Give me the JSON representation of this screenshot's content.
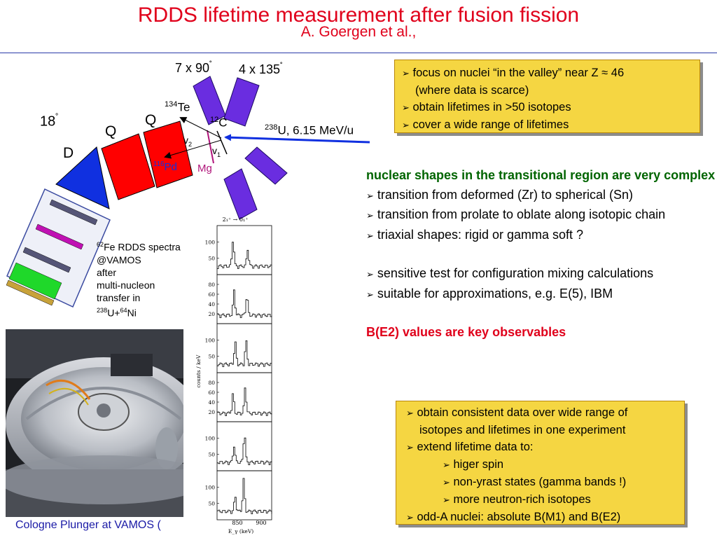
{
  "header": {
    "title": "RDDS lifetime measurement after fusion fission",
    "subtitle": "A. Goergen et al.,"
  },
  "setup_diagram": {
    "label_7x90": "7 x 90",
    "label_4x135": "4 x 135",
    "degree": "˚",
    "te_mass": "134",
    "te_symbol": "Te",
    "c_mass": "12",
    "c_symbol": "C",
    "beam_mass": "238",
    "beam_text": "U, 6.15 MeV/u",
    "label_18": "18",
    "label_q1": "Q",
    "label_q2": "Q",
    "label_d": "D",
    "v": "v",
    "v2_sub": "2",
    "v1_sub": "1",
    "pd_mass": "116",
    "pd_symbol": "Pd",
    "mg": "Mg"
  },
  "spectra": {
    "caption_mass": "62",
    "caption_line1": "Fe RDDS spectra",
    "caption_line2": "@VAMOS",
    "caption_line3": "after",
    "caption_line4": "multi-nucleon",
    "caption_line5": "transfer in",
    "caption_u_mass": "238",
    "caption_u": "U+",
    "caption_ni_mass": "64",
    "caption_ni": "Ni",
    "transition_label": "2₁⁺ → 0₁⁺",
    "y_axis_label": "counts / keV",
    "x_axis_label": "E_γ (keV)",
    "x_ticks": [
      "850",
      "900"
    ],
    "panels": [
      {
        "ticks": [
          "100",
          "50"
        ]
      },
      {
        "ticks": [
          "80",
          "60",
          "40",
          "20"
        ]
      },
      {
        "ticks": [
          "100",
          "50"
        ]
      },
      {
        "ticks": [
          "80",
          "60",
          "40",
          "20"
        ]
      },
      {
        "ticks": [
          "100",
          "50"
        ]
      },
      {
        "ticks": [
          "100",
          "50"
        ]
      }
    ]
  },
  "photo": {
    "caption": "Cologne Plunger at VAMOS ("
  },
  "box1": {
    "arrow": "➢",
    "line1": "focus on nuclei “in the valley” near Z ≈ 46",
    "line2": "(where data is scarce)",
    "line3": "obtain lifetimes in >50 isotopes",
    "line4": "cover a wide range of lifetimes"
  },
  "middle": {
    "heading": "nuclear shapes in the transitional region are very complex",
    "bullets": [
      "transition from deformed (Zr) to spherical (Sn)",
      "transition from prolate to oblate along isotopic chain",
      "triaxial shapes: rigid or gamma soft ?"
    ],
    "bullets2": [
      "sensitive test for configuration mixing calculations",
      "suitable for approximations, e.g. E(5), IBM"
    ],
    "key": "B(E2) values are key observables"
  },
  "box2": {
    "line1": "obtain consistent data over wide range of",
    "line2": "isotopes and lifetimes in one experiment",
    "line3": "extend lifetime data to:",
    "line4": "higer spin",
    "line5": "non-yrast states (gamma bands !)",
    "line6": "more neutron-rich isotopes",
    "line7": "odd-A nuclei: absolute B(M1) and B(E2)"
  },
  "colors": {
    "title": "#e0001b",
    "box_fill": "#f5d642",
    "detector_purple": "#6a2de0",
    "magnet_red": "#ff0000",
    "dipole_blue": "#1030e0",
    "mg_magenta": "#b0157a",
    "heading_green": "#006400"
  }
}
